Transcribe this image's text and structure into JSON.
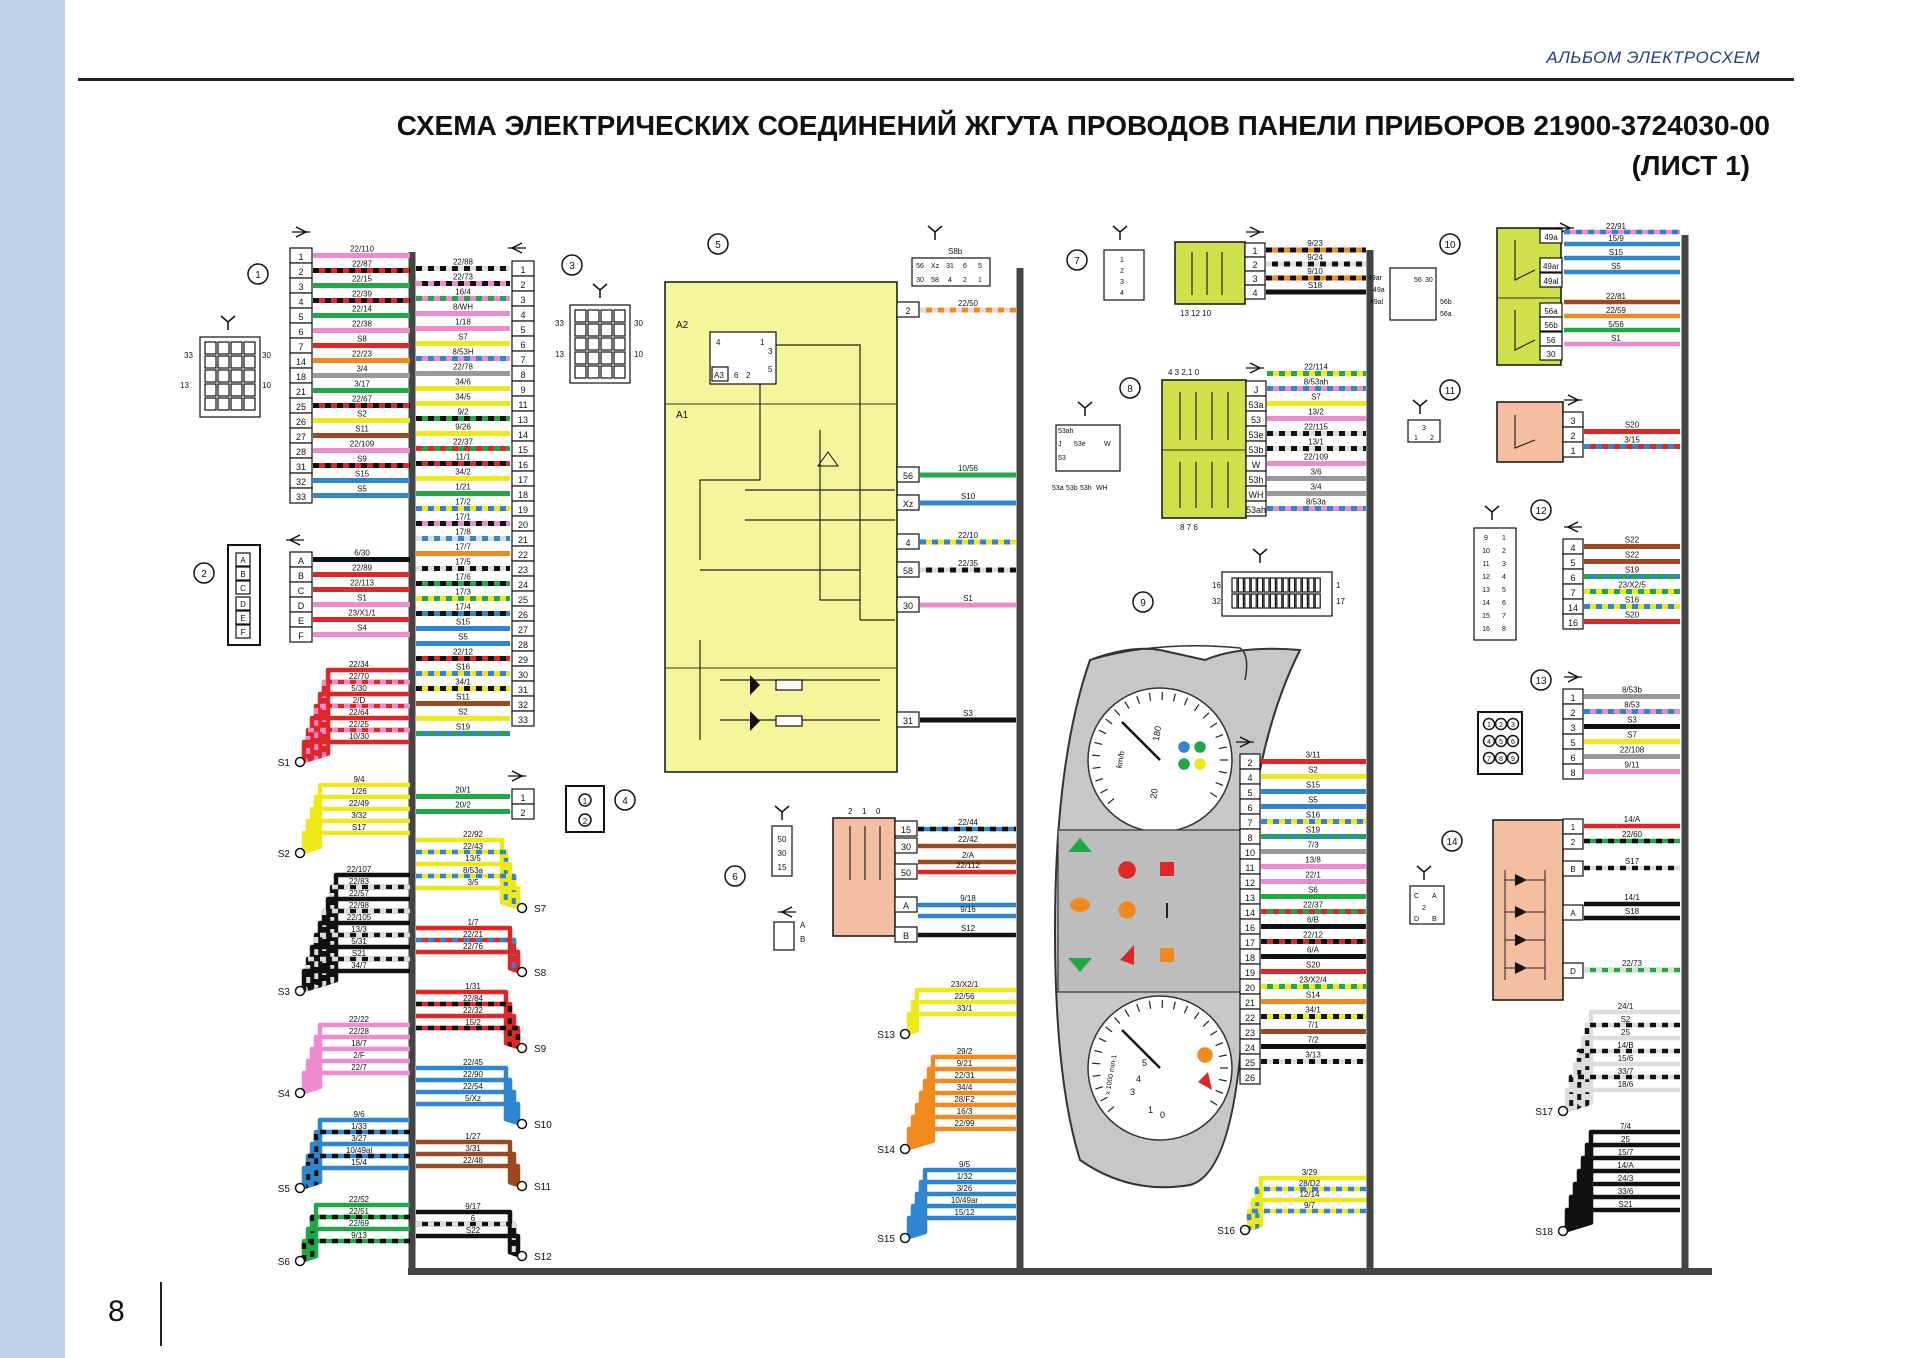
{
  "header": {
    "album": "АЛЬБОМ ЭЛЕКТРОСХЕМ",
    "title_line1": "СХЕМА ЭЛЕКТРИЧЕСКИХ СОЕДИНЕНИЙ ЖГУТА ПРОВОДОВ ПАНЕЛИ ПРИБОРОВ  21900-3724030-00",
    "title_line2": "(ЛИСТ 1)"
  },
  "page": {
    "number": "8"
  },
  "colors": {
    "pink": "#ee8ad0",
    "red": "#e02626",
    "green": "#1fa843",
    "yellow": "#efe91a",
    "blue": "#2f86d0",
    "black": "#111111",
    "white": "#dddddd",
    "orange": "#f08a1c",
    "brown": "#9b4a20",
    "gray": "#999999",
    "lime_block": "#cfe04a",
    "pale_yellow_block": "#f5f59c",
    "salmon_block": "#f4bea3",
    "gauge_gray": "#c7c7c7"
  },
  "callouts": [
    "1",
    "2",
    "3",
    "4",
    "5",
    "6",
    "7",
    "8",
    "9",
    "10",
    "11",
    "12",
    "13",
    "14"
  ],
  "c1": {
    "pins": [
      "1",
      "2",
      "3",
      "4",
      "5",
      "6",
      "7",
      "14",
      "18",
      "21",
      "25",
      "26",
      "27",
      "28",
      "31",
      "32",
      "33"
    ],
    "wires": [
      {
        "label": "22/110",
        "c": "pink",
        "s": null
      },
      {
        "label": "22/87",
        "c": "red",
        "s": "black"
      },
      {
        "label": "22/15",
        "c": "green",
        "s": null
      },
      {
        "label": "22/39",
        "c": "red",
        "s": "black"
      },
      {
        "label": "22/14",
        "c": "green",
        "s": null
      },
      {
        "label": "22/38",
        "c": "pink",
        "s": null
      },
      {
        "label": "S8",
        "c": "red",
        "s": null
      },
      {
        "label": "22/23",
        "c": "orange",
        "s": null
      },
      {
        "label": "3/4",
        "c": "gray",
        "s": null
      },
      {
        "label": "3/17",
        "c": "green",
        "s": null
      },
      {
        "label": "22/67",
        "c": "red",
        "s": "black"
      },
      {
        "label": "S2",
        "c": "yellow",
        "s": null
      },
      {
        "label": "S11",
        "c": "brown",
        "s": null
      },
      {
        "label": "22/109",
        "c": "pink",
        "s": null
      },
      {
        "label": "S9",
        "c": "red",
        "s": "black"
      },
      {
        "label": "S15",
        "c": "blue",
        "s": null
      },
      {
        "label": "S5",
        "c": "blue",
        "s": null
      }
    ]
  },
  "c2": {
    "pins": [
      "A",
      "B",
      "C",
      "D",
      "E",
      "F"
    ],
    "wires": [
      {
        "label": "6/30",
        "c": "black",
        "s": null
      },
      {
        "label": "22/89",
        "c": "red",
        "s": null
      },
      {
        "label": "22/113",
        "c": "red",
        "s": null
      },
      {
        "label": "S1",
        "c": "pink",
        "s": null
      },
      {
        "label": "23/X1/1",
        "c": "red",
        "s": null
      },
      {
        "label": "S4",
        "c": "pink",
        "s": null
      }
    ]
  },
  "c3": {
    "pins": [
      "1",
      "2",
      "3",
      "4",
      "5",
      "6",
      "7",
      "8",
      "9",
      "11",
      "13",
      "14",
      "15",
      "16",
      "17",
      "18",
      "19",
      "20",
      "21",
      "22",
      "23",
      "24",
      "25",
      "26",
      "27",
      "28",
      "29",
      "30",
      "31",
      "32",
      "33"
    ],
    "wires": [
      {
        "label": "22/88",
        "c": "white",
        "s": "black"
      },
      {
        "label": "22/73",
        "c": "black",
        "s": "pink"
      },
      {
        "label": "16/4",
        "c": "pink",
        "s": "green"
      },
      {
        "label": "8/WH",
        "c": "pink",
        "s": null
      },
      {
        "label": "1/18",
        "c": "pink",
        "s": null
      },
      {
        "label": "S7",
        "c": "yellow",
        "s": null
      },
      {
        "label": "8/53H",
        "c": "pink",
        "s": "blue"
      },
      {
        "label": "22/78",
        "c": "gray",
        "s": null
      },
      {
        "label": "34/6",
        "c": "yellow",
        "s": null
      },
      {
        "label": "34/5",
        "c": "yellow",
        "s": null
      },
      {
        "label": "9/2",
        "c": "green",
        "s": "black"
      },
      {
        "label": "9/26",
        "c": "yellow",
        "s": null
      },
      {
        "label": "22/37",
        "c": "green",
        "s": "red"
      },
      {
        "label": "11/1",
        "c": "red",
        "s": "black"
      },
      {
        "label": "34/2",
        "c": "yellow",
        "s": null
      },
      {
        "label": "1/21",
        "c": "green",
        "s": null
      },
      {
        "label": "17/2",
        "c": "yellow",
        "s": "blue"
      },
      {
        "label": "17/1",
        "c": "pink",
        "s": "black"
      },
      {
        "label": "17/8",
        "c": "blue",
        "s": "white"
      },
      {
        "label": "17/7",
        "c": "orange",
        "s": null
      },
      {
        "label": "17/5",
        "c": "black",
        "s": "white"
      },
      {
        "label": "17/6",
        "c": "green",
        "s": "black"
      },
      {
        "label": "17/3",
        "c": "green",
        "s": "yellow"
      },
      {
        "label": "17/4",
        "c": "blue",
        "s": "black"
      },
      {
        "label": "S15",
        "c": "blue",
        "s": null
      },
      {
        "label": "S5",
        "c": "blue",
        "s": null
      },
      {
        "label": "22/12",
        "c": "red",
        "s": "black"
      },
      {
        "label": "S16",
        "c": "yellow",
        "s": "blue"
      },
      {
        "label": "34/1",
        "c": "yellow",
        "s": "black"
      },
      {
        "label": "S11",
        "c": "brown",
        "s": null
      },
      {
        "label": "S2",
        "c": "yellow",
        "s": null
      },
      {
        "label": "S19",
        "c": "blue",
        "s": "green"
      }
    ]
  },
  "c4": {
    "pins": [
      "1",
      "2"
    ],
    "wires": [
      {
        "label": "20/1",
        "c": "green",
        "s": null
      },
      {
        "label": "20/2",
        "c": "green",
        "s": null
      }
    ]
  },
  "buses_left": [
    {
      "node": "S1",
      "color": "red",
      "alt": "pink",
      "labels": [
        "22/34",
        "22/70",
        "5/30",
        "2/D",
        "22/64",
        "22/25",
        "10/30"
      ]
    },
    {
      "node": "S2",
      "color": "yellow",
      "alt": null,
      "labels": [
        "9/4",
        "1/26",
        "22/49",
        "3/32",
        "S17"
      ]
    },
    {
      "node": "S3",
      "color": "black",
      "alt": "white",
      "labels": [
        "22/107",
        "22/83",
        "22/57",
        "22/98",
        "22/105",
        "13/3",
        "5/31",
        "S21",
        "34/7"
      ]
    },
    {
      "node": "S4",
      "color": "pink",
      "alt": null,
      "labels": [
        "22/22",
        "22/28",
        "18/7",
        "2/F",
        "22/7"
      ]
    },
    {
      "node": "S5",
      "color": "blue",
      "alt": "black",
      "labels": [
        "9/6",
        "1/33",
        "3/27",
        "10/49al",
        "15/4"
      ]
    },
    {
      "node": "S6",
      "color": "green",
      "alt": "black",
      "labels": [
        "22/52",
        "22/51",
        "22/69",
        "9/13"
      ]
    }
  ],
  "buses_mid": [
    {
      "node": "S7",
      "color": "yellow",
      "alt": "blue",
      "labels": [
        "22/92",
        "22/43",
        "13/5",
        "8/53a",
        "3/5"
      ]
    },
    {
      "node": "S8",
      "color": "red",
      "alt": "blue",
      "labels": [
        "1/7",
        "22/21",
        "22/76"
      ]
    },
    {
      "node": "S9",
      "color": "red",
      "alt": "black",
      "labels": [
        "1/31",
        "22/84",
        "22/32",
        "15/2"
      ]
    },
    {
      "node": "S10",
      "color": "blue",
      "alt": null,
      "labels": [
        "22/45",
        "22/90",
        "22/54",
        "5/Xz"
      ]
    },
    {
      "node": "S11",
      "color": "brown",
      "alt": null,
      "labels": [
        "1/27",
        "3/31",
        "22/48"
      ]
    },
    {
      "node": "S12",
      "color": "black",
      "alt": "white",
      "labels": [
        "9/17",
        "6",
        "S22"
      ]
    }
  ],
  "c5": {
    "top": {
      "label": "S8b",
      "pins": [
        "56",
        "Xz",
        "31",
        "6",
        "5",
        "30",
        "58",
        "4",
        "2",
        "1"
      ]
    },
    "pins": [
      {
        "pin": "2",
        "label": "22/50",
        "c": "orange",
        "s": "white"
      },
      {
        "pin": "56",
        "label": "10/56",
        "c": "green",
        "s": null
      },
      {
        "pin": "Xz",
        "label": "S10",
        "c": "blue",
        "s": null
      },
      {
        "pin": "4",
        "label": "22/10",
        "c": "yellow",
        "s": "blue"
      },
      {
        "pin": "58",
        "label": "22/35",
        "c": "black",
        "s": "white"
      },
      {
        "pin": "30",
        "label": "S1",
        "c": "pink",
        "s": null
      },
      {
        "pin": "31",
        "label": "S3",
        "c": "black",
        "s": null
      }
    ],
    "block_labels": [
      "A2",
      "A1",
      "4",
      "1",
      "A3",
      "6",
      "2",
      "3",
      "5"
    ]
  },
  "c6": {
    "side_pins": [
      "50",
      "30",
      "15"
    ],
    "conn_pins": [
      "A",
      "B"
    ],
    "switch_labels": [
      "2",
      "1",
      "0"
    ],
    "pins": [
      {
        "pin": "15",
        "label": "22/44",
        "c": "blue",
        "s": "black"
      },
      {
        "pin": "30",
        "label": "22/42",
        "c": "brown",
        "s": null
      },
      {
        "pin": "",
        "label": "2/A",
        "c": "brown",
        "s": null
      },
      {
        "pin": "50",
        "label": "22/112",
        "c": "red",
        "s": null
      },
      {
        "pin": "A",
        "label": "9/18",
        "c": "blue",
        "s": null
      },
      {
        "pin": "",
        "label": "9/16",
        "c": "blue",
        "s": null
      },
      {
        "pin": "B",
        "label": "S12",
        "c": "black",
        "s": null
      }
    ]
  },
  "buses_s13_15": [
    {
      "node": "S13",
      "color": "yellow",
      "alt": null,
      "labels": [
        "23/X2/1",
        "22/56",
        "33/1"
      ]
    },
    {
      "node": "S14",
      "color": "orange",
      "alt": null,
      "labels": [
        "29/2",
        "9/21",
        "22/31",
        "34/4",
        "28/F2",
        "16/3",
        "22/99"
      ]
    },
    {
      "node": "S15",
      "color": "blue",
      "alt": null,
      "labels": [
        "9/5",
        "1/32",
        "3/26",
        "10/49ar",
        "15/12"
      ]
    }
  ],
  "c7": {
    "pins": [
      "1",
      "2",
      "3",
      "4"
    ],
    "small_pins": [
      "1",
      "2",
      "3",
      "4"
    ],
    "bottom": "13  12  10",
    "wires": [
      {
        "label": "9/23",
        "c": "orange",
        "s": "black"
      },
      {
        "label": "9/24",
        "c": "black",
        "s": "white"
      },
      {
        "label": "9/10",
        "c": "orange",
        "s": "black"
      },
      {
        "label": "S18",
        "c": "black",
        "s": null
      }
    ]
  },
  "c8": {
    "pins": [
      "J",
      "53a",
      "53",
      "53e",
      "53b",
      "W",
      "53h",
      "WH",
      "53ah"
    ],
    "top": "4  3  2,1  0",
    "bottom": "8  7  6",
    "small_labels": [
      "53ah",
      "J",
      "53e",
      "W",
      "53",
      "53a",
      "53b",
      "53h",
      "WH"
    ],
    "wires": [
      {
        "label": "22/114",
        "c": "yellow",
        "s": "green"
      },
      {
        "label": "8/53ah",
        "c": "pink",
        "s": "blue"
      },
      {
        "label": "S7",
        "c": "yellow",
        "s": null
      },
      {
        "label": "13/2",
        "c": "pink",
        "s": null
      },
      {
        "label": "22/115",
        "c": "white",
        "s": "black"
      },
      {
        "label": "13/1",
        "c": "white",
        "s": "black"
      },
      {
        "label": "22/109",
        "c": "pink",
        "s": null
      },
      {
        "label": "3/6",
        "c": "gray",
        "s": null
      },
      {
        "label": "3/4",
        "c": "gray",
        "s": null
      },
      {
        "label": "8/53a",
        "c": "pink",
        "s": "blue"
      }
    ]
  },
  "c9": {
    "pins": [
      "2",
      "4",
      "5",
      "6",
      "7",
      "8",
      "10",
      "11",
      "12",
      "13",
      "14",
      "16",
      "17",
      "18",
      "19",
      "20",
      "21",
      "22",
      "23",
      "24",
      "25",
      "26"
    ],
    "conn_nums": [
      "16",
      "32",
      "1",
      "17"
    ],
    "speed_labels": [
      "180",
      "20",
      "km/h"
    ],
    "tacho_labels": [
      "x 1000 min-1",
      "3",
      "4",
      "5",
      "1",
      "0"
    ],
    "wires": [
      {
        "label": "3/11",
        "c": "red",
        "s": null
      },
      {
        "label": "S2",
        "c": "yellow",
        "s": null
      },
      {
        "label": "S15",
        "c": "blue",
        "s": null
      },
      {
        "label": "S5",
        "c": "blue",
        "s": null
      },
      {
        "label": "S16",
        "c": "yellow",
        "s": "blue"
      },
      {
        "label": "S19",
        "c": "blue",
        "s": "green"
      },
      {
        "label": "7/3",
        "c": "gray",
        "s": null
      },
      {
        "label": "13/8",
        "c": "pink",
        "s": null
      },
      {
        "label": "22/1",
        "c": "pink",
        "s": null
      },
      {
        "label": "S6",
        "c": "green",
        "s": null
      },
      {
        "label": "22/37",
        "c": "green",
        "s": "red"
      },
      {
        "label": "6/B",
        "c": "black",
        "s": null
      },
      {
        "label": "22/12",
        "c": "red",
        "s": "black"
      },
      {
        "label": "6/A",
        "c": "black",
        "s": null
      },
      {
        "label": "S20",
        "c": "red",
        "s": null
      },
      {
        "label": "23/X2/4",
        "c": "green",
        "s": "yellow"
      },
      {
        "label": "S14",
        "c": "orange",
        "s": null
      },
      {
        "label": "34/1",
        "c": "yellow",
        "s": "black"
      },
      {
        "label": "7/1",
        "c": "brown",
        "s": null
      },
      {
        "label": "7/2",
        "c": "black",
        "s": null
      },
      {
        "label": "3/13",
        "c": "white",
        "s": "black"
      }
    ]
  },
  "s16": {
    "node": "S16",
    "color": "yellow",
    "alt": "blue",
    "labels": [
      "3/29",
      "28/D2",
      "12/14",
      "9/7"
    ]
  },
  "c10": {
    "pins": [
      "49a",
      "49ar",
      "49al",
      "56a",
      "56b",
      "56",
      "30"
    ],
    "small_labels": [
      "49ar",
      "49a",
      "49al",
      "56b",
      "56a",
      "56",
      "30"
    ],
    "wires": [
      {
        "label": "22/91",
        "c": "pink",
        "s": "blue"
      },
      {
        "label": "15/9",
        "c": "blue",
        "s": null
      },
      {
        "label": "S15",
        "c": "blue",
        "s": null
      },
      {
        "label": "S5",
        "c": "blue",
        "s": null
      },
      {
        "label": "22/81",
        "c": "brown",
        "s": null
      },
      {
        "label": "22/59",
        "c": "orange",
        "s": null
      },
      {
        "label": "5/56",
        "c": "green",
        "s": null
      },
      {
        "label": "S1",
        "c": "pink",
        "s": null
      }
    ]
  },
  "c11": {
    "pins": [
      "3",
      "2",
      "1"
    ],
    "small_pins": [
      "3",
      "1",
      "2"
    ],
    "wires": [
      {
        "label": "S20",
        "c": "red",
        "s": null
      },
      {
        "label": "3/15",
        "c": "red",
        "s": "blue"
      }
    ]
  },
  "c12": {
    "pins": [
      "4",
      "5",
      "6",
      "7",
      "14",
      "16"
    ],
    "conn_left": [
      "9",
      "10",
      "11",
      "12",
      "13",
      "14",
      "15",
      "16"
    ],
    "conn_right": [
      "1",
      "2",
      "3",
      "4",
      "5",
      "6",
      "7",
      "8"
    ],
    "wires": [
      {
        "label": "S22",
        "c": "brown",
        "s": null
      },
      {
        "label": "S22",
        "c": "brown",
        "s": null
      },
      {
        "label": "S19",
        "c": "blue",
        "s": "green"
      },
      {
        "label": "23/X2/5",
        "c": "green",
        "s": "yellow"
      },
      {
        "label": "S16",
        "c": "yellow",
        "s": "blue"
      },
      {
        "label": "S20",
        "c": "red",
        "s": null
      }
    ]
  },
  "c13": {
    "pins": [
      "1",
      "2",
      "3",
      "5",
      "6",
      "8"
    ],
    "conn": [
      "1",
      "2",
      "3",
      "4",
      "5",
      "6",
      "7",
      "8",
      "9"
    ],
    "wires": [
      {
        "label": "8/53b",
        "c": "gray",
        "s": null
      },
      {
        "label": "8/53",
        "c": "pink",
        "s": "blue"
      },
      {
        "label": "S3",
        "c": "black",
        "s": null
      },
      {
        "label": "S7",
        "c": "yellow",
        "s": null
      },
      {
        "label": "22/108",
        "c": "gray",
        "s": null
      },
      {
        "label": "9/11",
        "c": "pink",
        "s": null
      }
    ]
  },
  "c14": {
    "pins": [
      "1",
      "2",
      "B",
      "A",
      "D"
    ],
    "small_labels": [
      "C",
      "A",
      "2",
      "D",
      "B"
    ],
    "wires": [
      {
        "label": "14/A",
        "c": "red",
        "s": null
      },
      {
        "label": "22/60",
        "c": "green",
        "s": "black"
      },
      {
        "label": "S17",
        "c": "white",
        "s": "black"
      },
      {
        "label": "14/1",
        "c": "black",
        "s": null
      },
      {
        "label": "S18",
        "c": "black",
        "s": null
      },
      {
        "label": "22/73",
        "c": "green",
        "s": "white"
      }
    ]
  },
  "buses_right": [
    {
      "node": "S17",
      "color": "white",
      "alt": "black",
      "labels": [
        "24/1",
        "S2",
        "25",
        "14/B",
        "15/6",
        "33/7",
        "18/6"
      ]
    },
    {
      "node": "S18",
      "color": "black",
      "alt": null,
      "labels": [
        "7/4",
        "25",
        "15/7",
        "14/A",
        "24/3",
        "33/6",
        "S21"
      ]
    }
  ]
}
